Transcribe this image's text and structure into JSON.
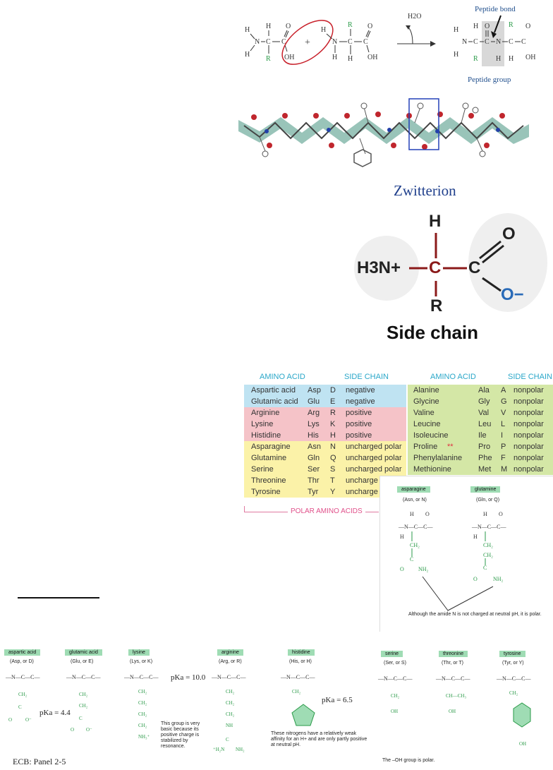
{
  "reaction": {
    "water": "H2O",
    "peptide_bond": "Peptide bond",
    "peptide_group": "Peptide group",
    "plus": "+",
    "oh": "OH"
  },
  "zwitterion": {
    "title": "Zwitterion",
    "h3n": "H3N+",
    "h": "H",
    "c_alpha": "C",
    "c": "C",
    "o": "O",
    "o_minus": "O−",
    "r": "R",
    "side_chain": "Side chain"
  },
  "table": {
    "headers": [
      "AMINO ACID",
      "SIDE CHAIN",
      "AMINO ACID",
      "SIDE CHAIN"
    ],
    "left_rows": [
      {
        "name": "Aspartic acid",
        "abbr": "Asp",
        "code": "D",
        "side": "negative",
        "color": "#bfe3f2"
      },
      {
        "name": "Glutamic acid",
        "abbr": "Glu",
        "code": "E",
        "side": "negative",
        "color": "#bfe3f2"
      },
      {
        "name": "Arginine",
        "abbr": "Arg",
        "code": "R",
        "side": "positive",
        "color": "#f5c3c8"
      },
      {
        "name": "Lysine",
        "abbr": "Lys",
        "code": "K",
        "side": "positive",
        "color": "#f5c3c8"
      },
      {
        "name": "Histidine",
        "abbr": "His",
        "code": "H",
        "side": "positive",
        "color": "#f5c3c8"
      },
      {
        "name": "Asparagine",
        "abbr": "Asn",
        "code": "N",
        "side": "uncharged polar",
        "color": "#fbf2a8"
      },
      {
        "name": "Glutamine",
        "abbr": "Gln",
        "code": "Q",
        "side": "uncharged polar",
        "color": "#fbf2a8"
      },
      {
        "name": "Serine",
        "abbr": "Ser",
        "code": "S",
        "side": "uncharged polar",
        "color": "#fbf2a8"
      },
      {
        "name": "Threonine",
        "abbr": "Thr",
        "code": "T",
        "side": "uncharge",
        "color": "#fbf2a8"
      },
      {
        "name": "Tyrosine",
        "abbr": "Tyr",
        "code": "Y",
        "side": "uncharge",
        "color": "#fbf2a8"
      }
    ],
    "right_rows": [
      {
        "name": "Alanine",
        "abbr": "Ala",
        "code": "A",
        "side": "nonpolar"
      },
      {
        "name": "Glycine",
        "abbr": "Gly",
        "code": "G",
        "side": "nonpolar"
      },
      {
        "name": "Valine",
        "abbr": "Val",
        "code": "V",
        "side": "nonpolar"
      },
      {
        "name": "Leucine",
        "abbr": "Leu",
        "code": "L",
        "side": "nonpolar"
      },
      {
        "name": "Isoleucine",
        "abbr": "Ile",
        "code": "I",
        "side": "nonpolar"
      },
      {
        "name": "Proline",
        "abbr": "Pro",
        "code": "P",
        "side": "nonpolar"
      },
      {
        "name": "Phenylalanine",
        "abbr": "Phe",
        "code": "F",
        "side": "nonpolar"
      },
      {
        "name": "Methionine",
        "abbr": "Met",
        "code": "M",
        "side": "nonpolar"
      }
    ],
    "proline_mark": "**",
    "right_color": "#d4e7a6",
    "footer": "POLAR AMINO ACIDS"
  },
  "amide_panel": {
    "asparagine": "asparagine",
    "asparagine_sub": "(Asn, or N)",
    "glutamine": "glutamine",
    "glutamine_sub": "(Gln, or Q)",
    "note": "Although the amide N is not charged at neutral pH, it is polar."
  },
  "charged_panel": {
    "aspartic": "aspartic acid",
    "aspartic_sub": "(Asp, or D)",
    "glutamic": "glutamic acid",
    "glutamic_sub": "(Glu, or E)",
    "lysine": "lysine",
    "lysine_sub": "(Lys, or K)",
    "arginine": "arginine",
    "arginine_sub": "(Arg, or R)",
    "histidine": "histidine",
    "histidine_sub": "(His, or H)",
    "pka_asp": "pKa = 4.4",
    "pka_lys": "pKa = 10.0",
    "pka_his": "pKa = 6.5",
    "lys_note": "This group is very basic because its positive charge is stabilized by resonance.",
    "his_note": "These nitrogens have a relatively weak affinity for an H+ and are only partly positive at neutral pH.",
    "source": "ECB: Panel 2-5"
  },
  "hydroxyl_panel": {
    "serine": "serine",
    "serine_sub": "(Ser, or S)",
    "threonine": "threonine",
    "threonine_sub": "(Thr, or T)",
    "tyrosine": "tyrosine",
    "tyrosine_sub": "(Tyr, or Y)",
    "note": "The –OH group is polar."
  }
}
